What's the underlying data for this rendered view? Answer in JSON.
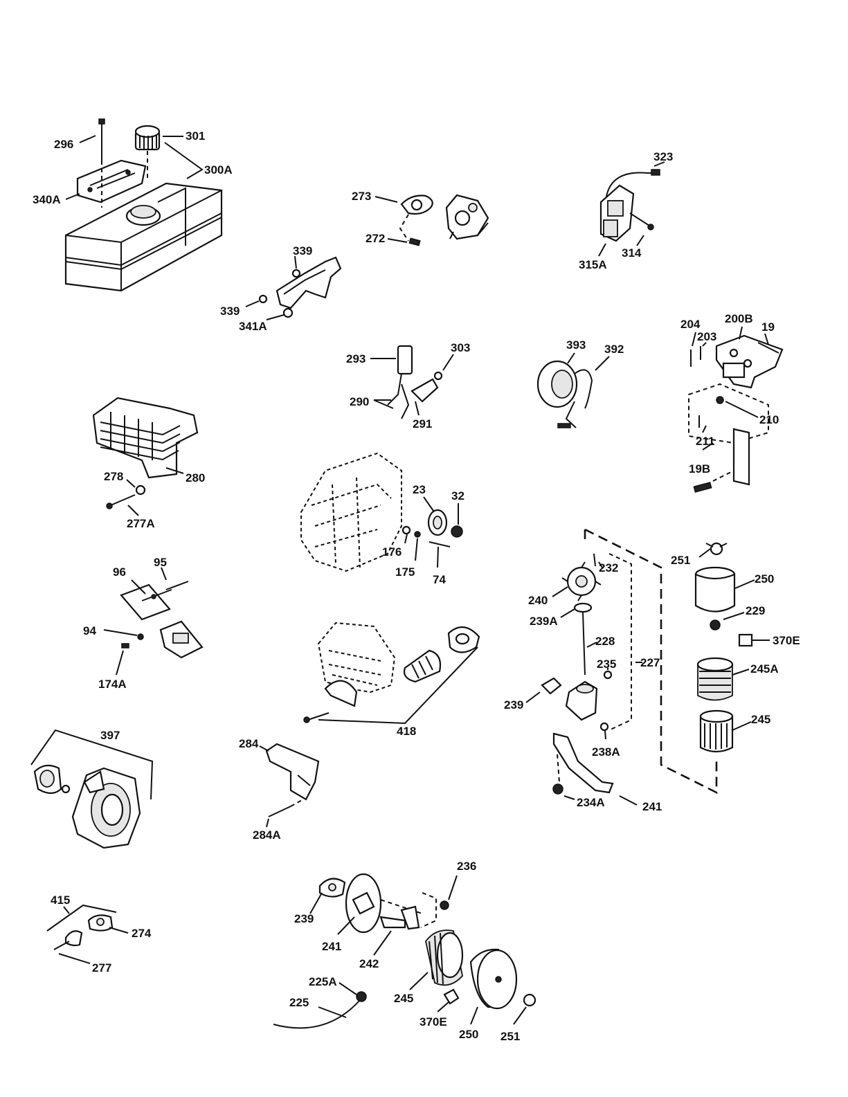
{
  "diagram": {
    "callouts": [
      {
        "id": "c296",
        "text": "296"
      },
      {
        "id": "c301",
        "text": "301"
      },
      {
        "id": "c300A",
        "text": "300A"
      },
      {
        "id": "c340A",
        "text": "340A"
      },
      {
        "id": "c273",
        "text": "273"
      },
      {
        "id": "c272",
        "text": "272"
      },
      {
        "id": "c323",
        "text": "323"
      },
      {
        "id": "c314",
        "text": "314"
      },
      {
        "id": "c315A",
        "text": "315A"
      },
      {
        "id": "c339a",
        "text": "339"
      },
      {
        "id": "c339b",
        "text": "339"
      },
      {
        "id": "c341A",
        "text": "341A"
      },
      {
        "id": "c204",
        "text": "204"
      },
      {
        "id": "c200B",
        "text": "200B"
      },
      {
        "id": "c19",
        "text": "19"
      },
      {
        "id": "c203",
        "text": "203"
      },
      {
        "id": "c293",
        "text": "293"
      },
      {
        "id": "c303",
        "text": "303"
      },
      {
        "id": "c290",
        "text": "290"
      },
      {
        "id": "c291",
        "text": "291"
      },
      {
        "id": "c393",
        "text": "393"
      },
      {
        "id": "c392",
        "text": "392"
      },
      {
        "id": "c210",
        "text": "210"
      },
      {
        "id": "c211",
        "text": "211"
      },
      {
        "id": "c19B",
        "text": "19B"
      },
      {
        "id": "c278",
        "text": "278"
      },
      {
        "id": "c280",
        "text": "280"
      },
      {
        "id": "c277A",
        "text": "277A"
      },
      {
        "id": "c23",
        "text": "23"
      },
      {
        "id": "c32",
        "text": "32"
      },
      {
        "id": "c176",
        "text": "176"
      },
      {
        "id": "c175",
        "text": "175"
      },
      {
        "id": "c74",
        "text": "74"
      },
      {
        "id": "c251a",
        "text": "251"
      },
      {
        "id": "c232",
        "text": "232"
      },
      {
        "id": "c250a",
        "text": "250"
      },
      {
        "id": "c240",
        "text": "240"
      },
      {
        "id": "c239A",
        "text": "239A"
      },
      {
        "id": "c229",
        "text": "229"
      },
      {
        "id": "c370Ea",
        "text": "370E"
      },
      {
        "id": "c96",
        "text": "96"
      },
      {
        "id": "c95",
        "text": "95"
      },
      {
        "id": "c94",
        "text": "94"
      },
      {
        "id": "c174A",
        "text": "174A"
      },
      {
        "id": "c228",
        "text": "228"
      },
      {
        "id": "c235",
        "text": "235"
      },
      {
        "id": "c227",
        "text": "227"
      },
      {
        "id": "c245A",
        "text": "245A"
      },
      {
        "id": "c239a",
        "text": "239"
      },
      {
        "id": "c245a",
        "text": "245"
      },
      {
        "id": "c418",
        "text": "418"
      },
      {
        "id": "c238A",
        "text": "238A"
      },
      {
        "id": "c397",
        "text": "397"
      },
      {
        "id": "c284",
        "text": "284"
      },
      {
        "id": "c234A",
        "text": "234A"
      },
      {
        "id": "c241a",
        "text": "241"
      },
      {
        "id": "c284A",
        "text": "284A"
      },
      {
        "id": "c236",
        "text": "236"
      },
      {
        "id": "c415",
        "text": "415"
      },
      {
        "id": "c239b",
        "text": "239"
      },
      {
        "id": "c274",
        "text": "274"
      },
      {
        "id": "c241b",
        "text": "241"
      },
      {
        "id": "c242",
        "text": "242"
      },
      {
        "id": "c277",
        "text": "277"
      },
      {
        "id": "c225A",
        "text": "225A"
      },
      {
        "id": "c245b",
        "text": "245"
      },
      {
        "id": "c225",
        "text": "225"
      },
      {
        "id": "c370Eb",
        "text": "370E"
      },
      {
        "id": "c250b",
        "text": "250"
      },
      {
        "id": "c251b",
        "text": "251"
      }
    ]
  }
}
